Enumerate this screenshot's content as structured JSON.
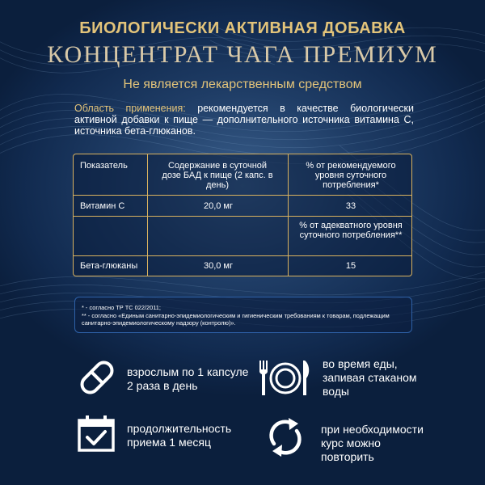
{
  "header": {
    "line1": "БИОЛОГИЧЕСКИ АКТИВНАЯ ДОБАВКА",
    "line2": "КОНЦЕНТРАТ ЧАГА ПРЕМИУМ"
  },
  "disclaimer": "Не является лекарственным средством",
  "scope": {
    "label": "Область применения:",
    "text": " рекомендуется в качестве биологически активной добавки к пище — дополнительного источника витамина С, источника бета-глюканов."
  },
  "table": {
    "col_indicator": "Показатель",
    "col_content": "Содержание в суточной дозе БАД к пище (2 капс. в день)",
    "col_percent_rec": "% от рекомендуемого уровня суточного потребления*",
    "rows": [
      {
        "name": "Витамин С",
        "content": "20,0 мг",
        "percent": "33"
      },
      {
        "name": "",
        "content": "",
        "percent": "% от адекватного уровня суточного потребления**"
      },
      {
        "name": "Бета-глюканы",
        "content": "30,0 мг",
        "percent": "15"
      }
    ]
  },
  "footnotes": {
    "n1": "* - согласно ТР ТС 022/2011;",
    "n2": "** - согласно «Единым санитарно-эпидемиологическим и гигиеническим требованиям к товарам, подлежащим санитарно-эпидемиологическому надзору (контролю)»."
  },
  "usage": {
    "dose": {
      "icon": "capsule-icon",
      "line1": "взрослым по 1 капсуле",
      "line2": "2 раза в день"
    },
    "meal": {
      "icon": "plate-fork-knife-icon",
      "line1": "во время еды,",
      "line2": "запивая стаканом",
      "line3": "воды"
    },
    "duration": {
      "icon": "calendar-check-icon",
      "line1": "продолжительность",
      "line2": "приема 1 месяц"
    },
    "repeat": {
      "icon": "repeat-arrows-icon",
      "line1": "при необходимости",
      "line2": "курс можно",
      "line3": "повторить"
    }
  },
  "colors": {
    "gold": "#e3c47a",
    "background": "#0e2447",
    "table_border": "#d9b25f",
    "footnote_border": "#2e61a8"
  }
}
